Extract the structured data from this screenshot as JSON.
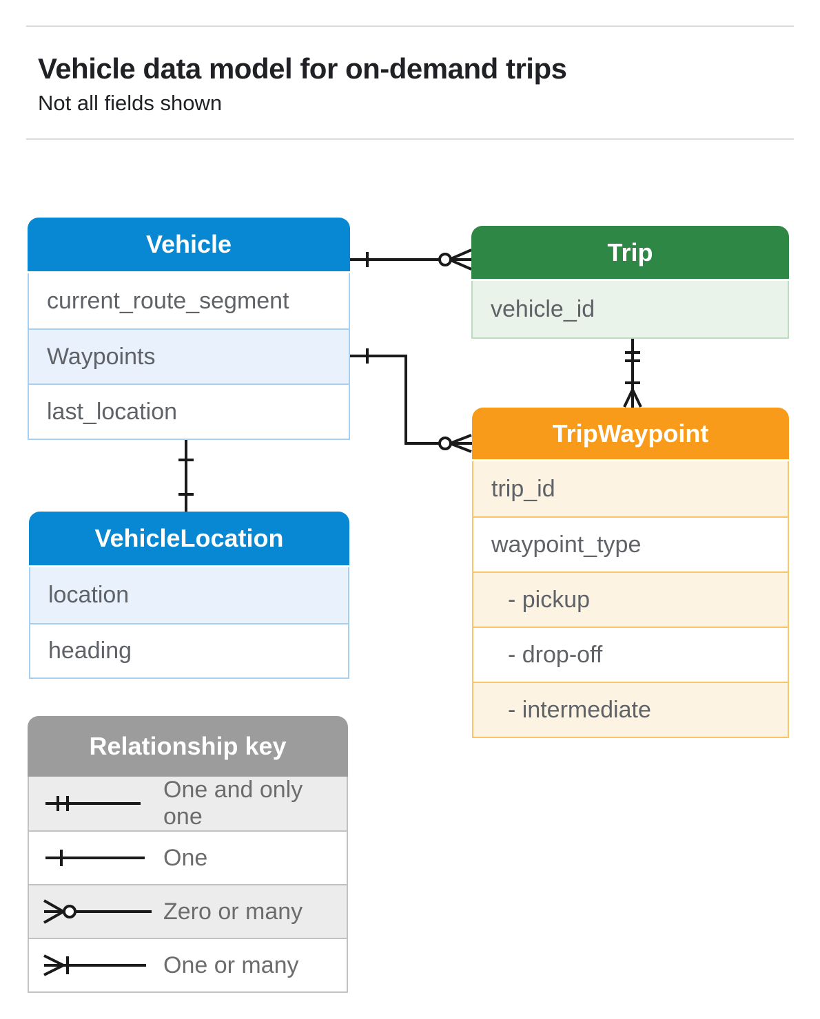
{
  "page": {
    "title": "Vehicle data model for on-demand trips",
    "subtitle": "Not all fields shown"
  },
  "tables": {
    "vehicle": {
      "title": "Vehicle",
      "rows": [
        "current_route_segment",
        "Waypoints",
        "last_location"
      ]
    },
    "trip": {
      "title": "Trip",
      "rows": [
        "vehicle_id"
      ]
    },
    "trip_waypoint": {
      "title": "TripWaypoint",
      "rows": [
        "trip_id",
        "waypoint_type",
        "- pickup",
        "- drop-off",
        "- intermediate"
      ]
    },
    "vehicle_location": {
      "title": "VehicleLocation",
      "rows": [
        "location",
        "heading"
      ]
    }
  },
  "legend": {
    "title": "Relationship key",
    "items": [
      {
        "symbol": "one-and-only-one",
        "label": "One and only one"
      },
      {
        "symbol": "one",
        "label": "One"
      },
      {
        "symbol": "zero-or-many",
        "label": "Zero or many"
      },
      {
        "symbol": "one-or-many",
        "label": "One or many"
      }
    ]
  },
  "relationships": [
    {
      "from": "Vehicle",
      "to": "Trip",
      "from_cardinality": "One",
      "to_cardinality": "Zero or many"
    },
    {
      "from": "Vehicle.Waypoints",
      "to": "TripWaypoint",
      "from_cardinality": "One",
      "to_cardinality": "Zero or many"
    },
    {
      "from": "Trip",
      "to": "TripWaypoint",
      "from_cardinality": "One and only one",
      "to_cardinality": "One or many"
    },
    {
      "from": "Vehicle",
      "to": "VehicleLocation",
      "from_cardinality": "One",
      "to_cardinality": "One"
    }
  ],
  "colors": {
    "blue_header": "#0887d2",
    "blue_row": "#e8f1fc",
    "blue_border": "#a6cff0",
    "green_header": "#2e8745",
    "green_row": "#e9f3ea",
    "orange_header": "#f89b1b",
    "orange_row": "#fdf3e3",
    "orange_border": "#f9c566",
    "gray_header": "#9c9c9c",
    "gray_row": "#ececec",
    "field_text": "#5f6368",
    "connector": "#1a1a1a"
  }
}
